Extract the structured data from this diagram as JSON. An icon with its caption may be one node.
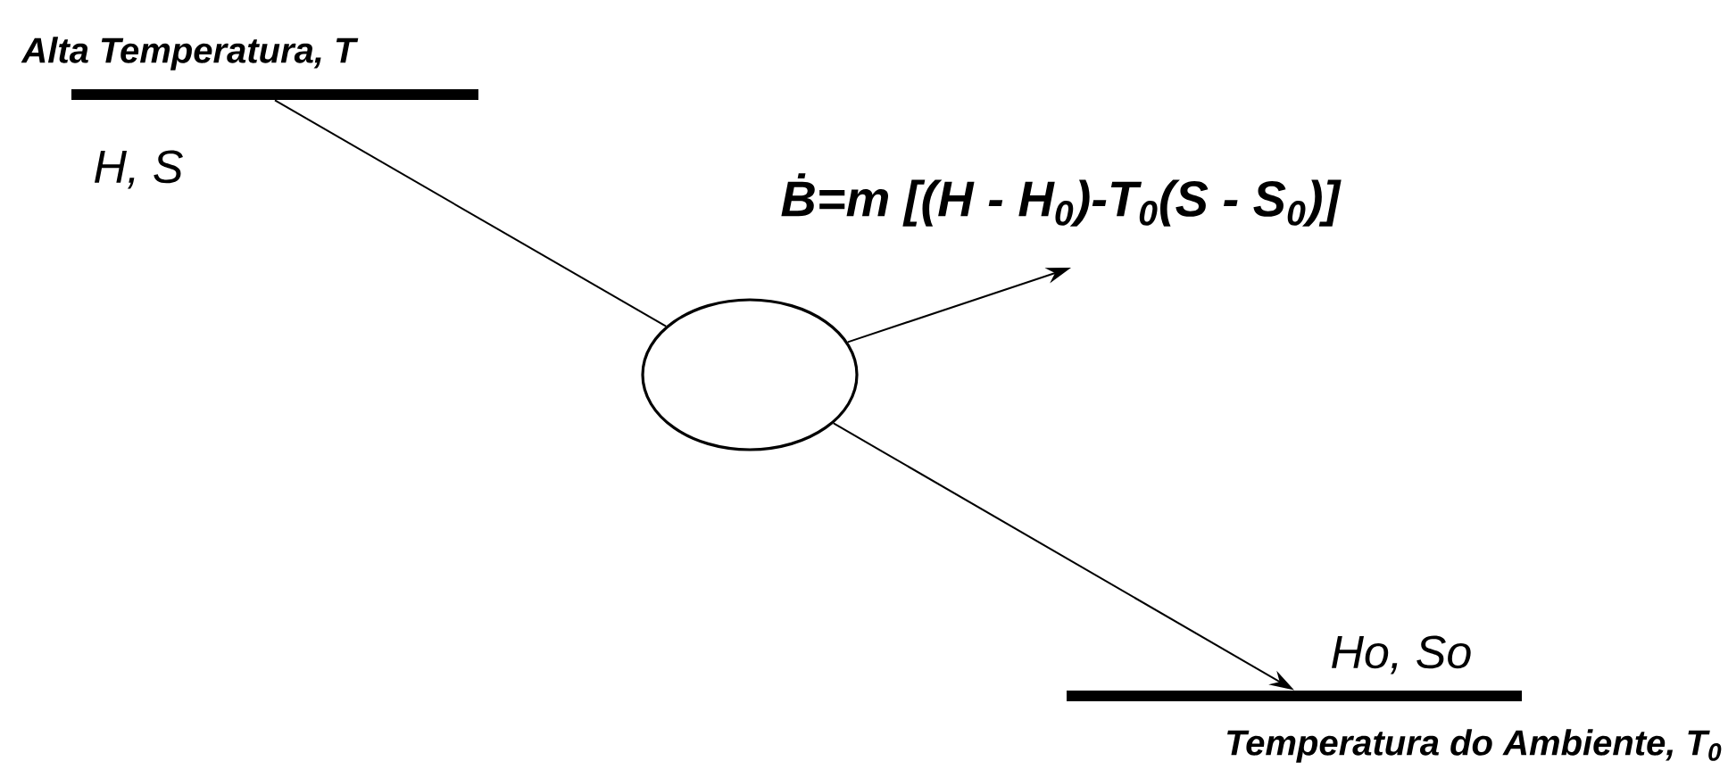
{
  "diagram": {
    "nodes": [
      {
        "text": [
          "Alta Temperatura, T"
        ],
        "beside": [
          "H, S"
        ]
      },
      {
        "text": [],
        "shape": "circle"
      },
      {
        "text": [
          "Temperatura do Ambiente, T$_{0}$"
        ],
        "beside": [
          "Ho, So"
        ]
      }
    ],
    "edges": [
      {
        "from": 0,
        "to": 1,
        "arrow": "none"
      },
      {
        "from": 1,
        "to": 2,
        "arrow": "to"
      },
      {
        "from": 1,
        "to": null,
        "arrow": "to",
        "label": "Ḃ=m [(H - H$_{0}$)-T$_{0}$(S - S$_{0}$)]"
      }
    ]
  }
}
